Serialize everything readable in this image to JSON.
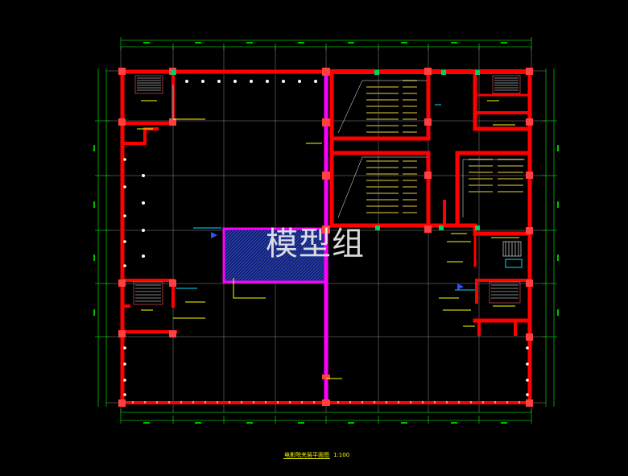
{
  "drawing": {
    "caption": "电影院夹层平面图",
    "scale": "1:100",
    "watermark": "模型组"
  },
  "colors": {
    "background": "#000000",
    "wall": "#ff0000",
    "partition": "#ff00ff",
    "grid": "#9a9a9a",
    "dimension": "#00ff00",
    "leader": "#ffff00",
    "seating": "#8a7a28",
    "void_fill": "#1a2a8a"
  }
}
